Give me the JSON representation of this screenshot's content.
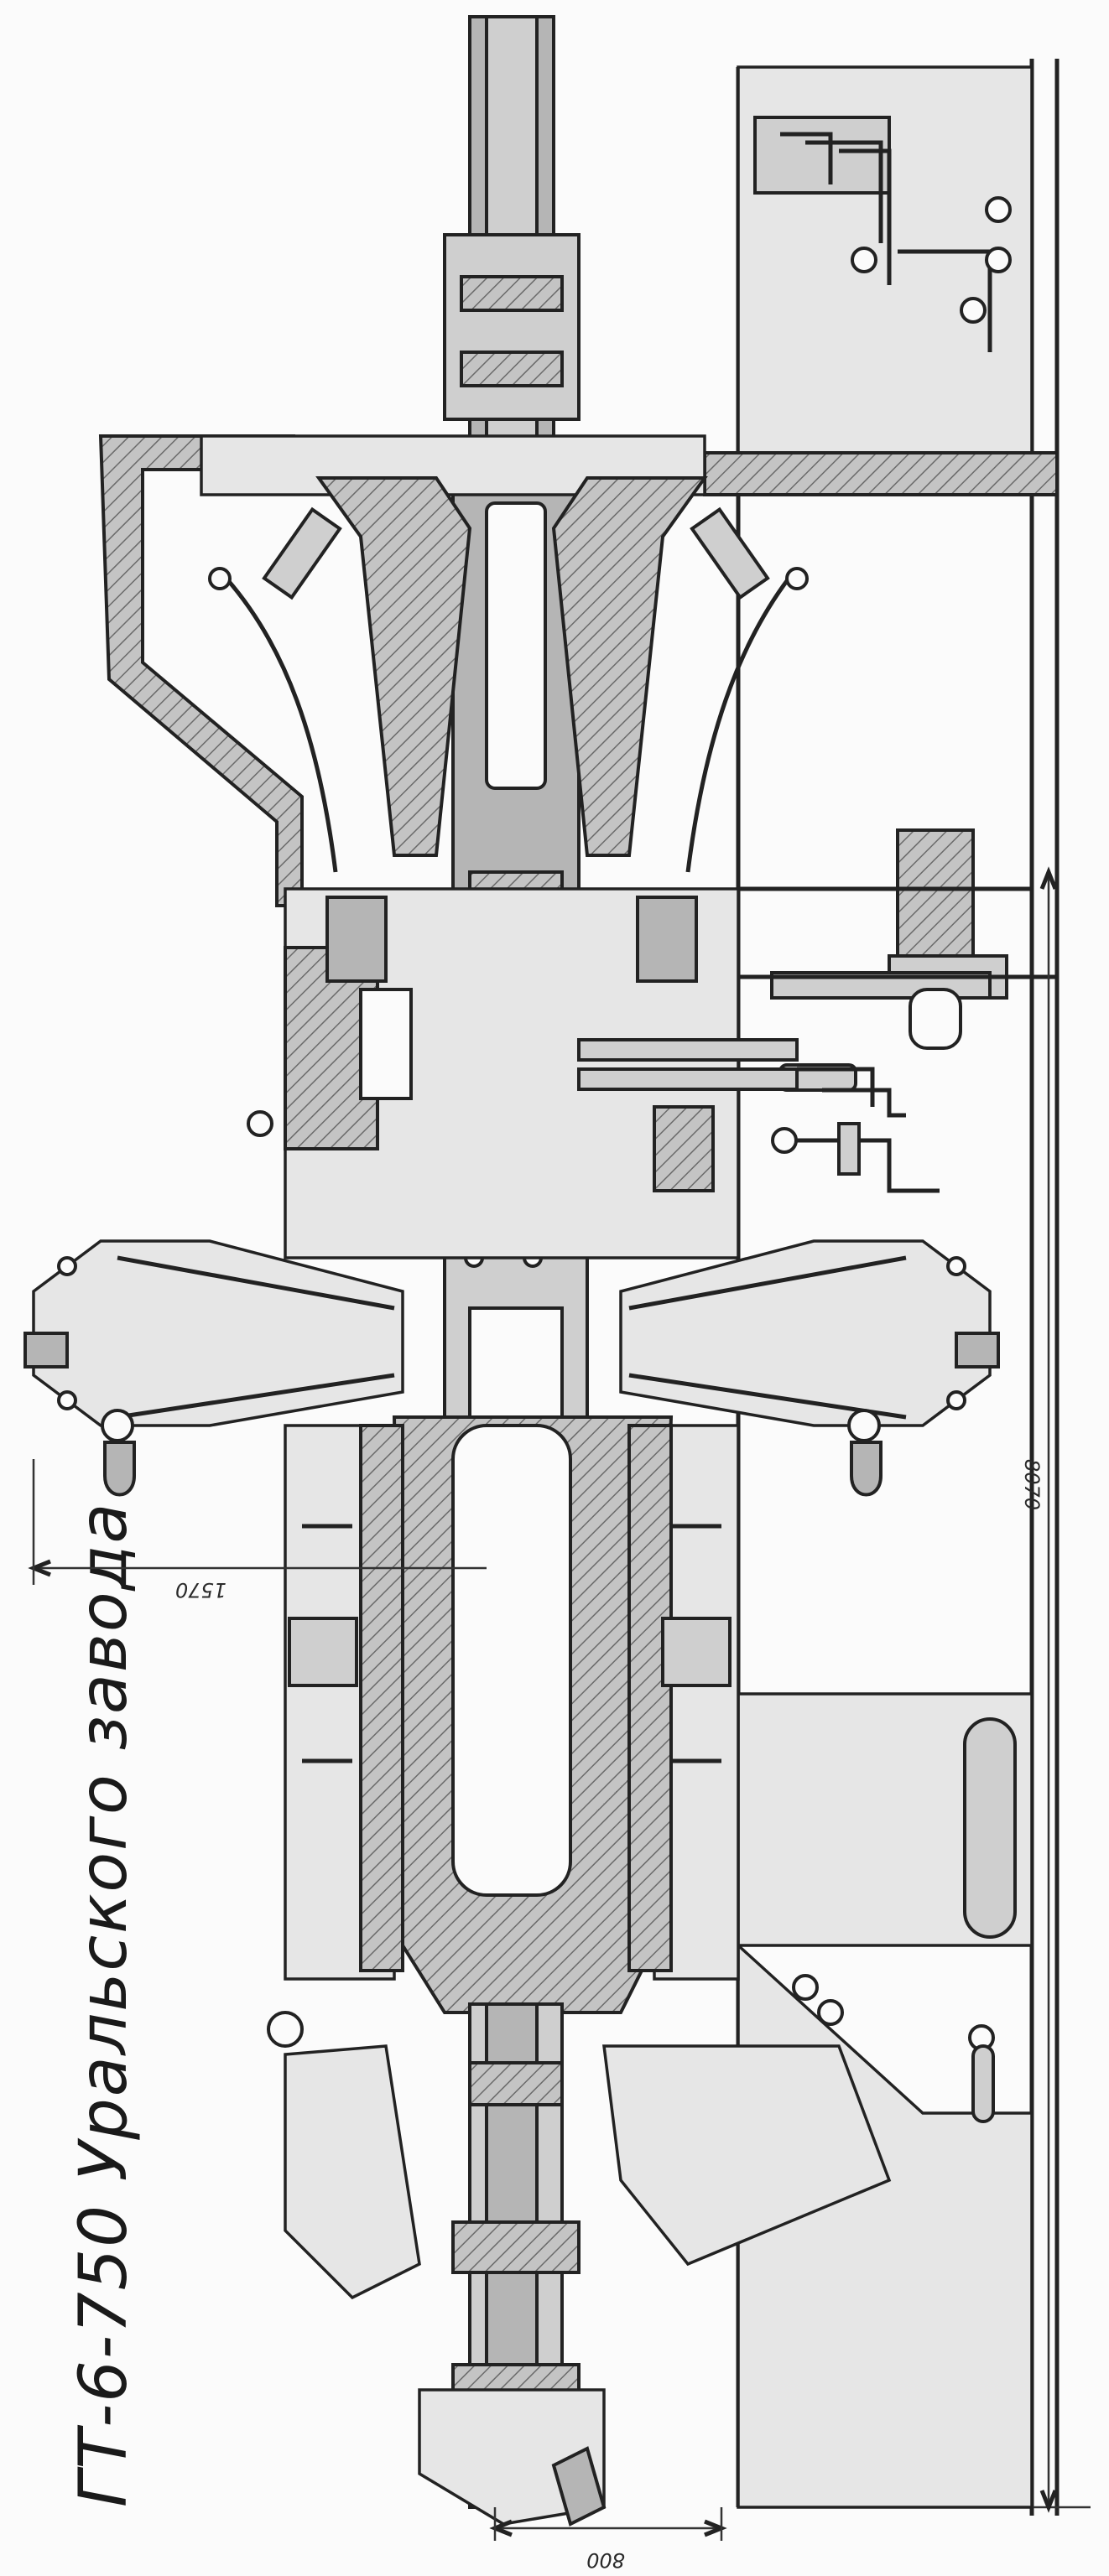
{
  "title": "ГТ-6-750 Уральского завода",
  "dimensions": {
    "overall_length": "8070",
    "radius": "1570",
    "span": "800"
  }
}
